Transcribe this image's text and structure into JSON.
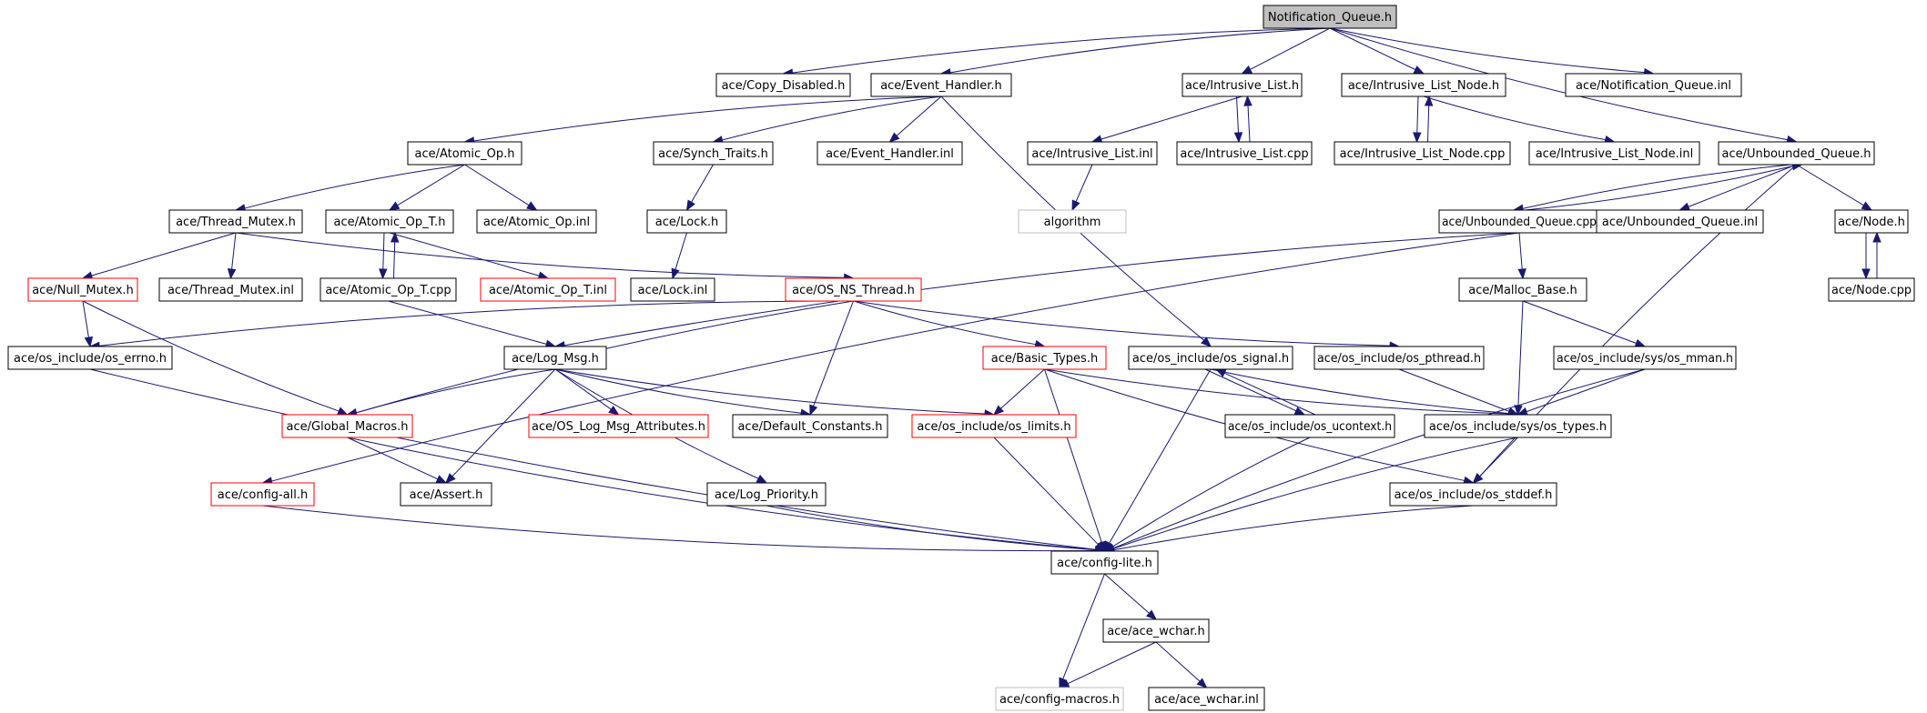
{
  "nodes": [
    {
      "id": "nq_h",
      "label": "Notification_Queue.h",
      "style": "root"
    },
    {
      "id": "copy_dis",
      "label": "ace/Copy_Disabled.h",
      "style": "normal"
    },
    {
      "id": "event_h",
      "label": "ace/Event_Handler.h",
      "style": "normal"
    },
    {
      "id": "intr_list_h",
      "label": "ace/Intrusive_List.h",
      "style": "normal"
    },
    {
      "id": "intr_node_h",
      "label": "ace/Intrusive_List_Node.h",
      "style": "normal"
    },
    {
      "id": "nq_inl",
      "label": "ace/Notification_Queue.inl",
      "style": "normal"
    },
    {
      "id": "atomic_h",
      "label": "ace/Atomic_Op.h",
      "style": "normal"
    },
    {
      "id": "synch_traits",
      "label": "ace/Synch_Traits.h",
      "style": "normal"
    },
    {
      "id": "event_inl",
      "label": "ace/Event_Handler.inl",
      "style": "normal"
    },
    {
      "id": "intr_list_inl",
      "label": "ace/Intrusive_List.inl",
      "style": "normal"
    },
    {
      "id": "intr_list_cpp",
      "label": "ace/Intrusive_List.cpp",
      "style": "normal"
    },
    {
      "id": "intr_node_cpp",
      "label": "ace/Intrusive_List_Node.cpp",
      "style": "normal"
    },
    {
      "id": "intr_node_inl",
      "label": "ace/Intrusive_List_Node.inl",
      "style": "normal"
    },
    {
      "id": "unb_h",
      "label": "ace/Unbounded_Queue.h",
      "style": "normal"
    },
    {
      "id": "thread_mutex_h",
      "label": "ace/Thread_Mutex.h",
      "style": "normal"
    },
    {
      "id": "atomic_t_h",
      "label": "ace/Atomic_Op_T.h",
      "style": "normal"
    },
    {
      "id": "atomic_inl",
      "label": "ace/Atomic_Op.inl",
      "style": "normal"
    },
    {
      "id": "lock_h",
      "label": "ace/Lock.h",
      "style": "normal"
    },
    {
      "id": "algorithm",
      "label": "algorithm",
      "style": "gray"
    },
    {
      "id": "unb_cpp",
      "label": "ace/Unbounded_Queue.cpp",
      "style": "normal"
    },
    {
      "id": "unb_inl",
      "label": "ace/Unbounded_Queue.inl",
      "style": "normal"
    },
    {
      "id": "node_h",
      "label": "ace/Node.h",
      "style": "normal"
    },
    {
      "id": "null_mutex",
      "label": "ace/Null_Mutex.h",
      "style": "red"
    },
    {
      "id": "thread_mutex_inl",
      "label": "ace/Thread_Mutex.inl",
      "style": "normal"
    },
    {
      "id": "atomic_t_cpp",
      "label": "ace/Atomic_Op_T.cpp",
      "style": "normal"
    },
    {
      "id": "atomic_t_inl",
      "label": "ace/Atomic_Op_T.inl",
      "style": "red"
    },
    {
      "id": "lock_inl",
      "label": "ace/Lock.inl",
      "style": "normal"
    },
    {
      "id": "os_ns_thread",
      "label": "ace/OS_NS_Thread.h",
      "style": "red"
    },
    {
      "id": "malloc_base",
      "label": "ace/Malloc_Base.h",
      "style": "normal"
    },
    {
      "id": "node_cpp",
      "label": "ace/Node.cpp",
      "style": "normal"
    },
    {
      "id": "os_errno",
      "label": "ace/os_include/os_errno.h",
      "style": "normal"
    },
    {
      "id": "log_msg",
      "label": "ace/Log_Msg.h",
      "style": "normal"
    },
    {
      "id": "basic_types",
      "label": "ace/Basic_Types.h",
      "style": "red"
    },
    {
      "id": "os_signal",
      "label": "ace/os_include/os_signal.h",
      "style": "normal"
    },
    {
      "id": "os_pthread",
      "label": "ace/os_include/os_pthread.h",
      "style": "normal"
    },
    {
      "id": "os_mman",
      "label": "ace/os_include/sys/os_mman.h",
      "style": "normal"
    },
    {
      "id": "global_macros",
      "label": "ace/Global_Macros.h",
      "style": "red"
    },
    {
      "id": "os_log_attr",
      "label": "ace/OS_Log_Msg_Attributes.h",
      "style": "red"
    },
    {
      "id": "default_const",
      "label": "ace/Default_Constants.h",
      "style": "normal"
    },
    {
      "id": "os_limits",
      "label": "ace/os_include/os_limits.h",
      "style": "red"
    },
    {
      "id": "os_ucontext",
      "label": "ace/os_include/os_ucontext.h",
      "style": "normal"
    },
    {
      "id": "os_types",
      "label": "ace/os_include/sys/os_types.h",
      "style": "normal"
    },
    {
      "id": "config_all",
      "label": "ace/config-all.h",
      "style": "red"
    },
    {
      "id": "assert_h",
      "label": "ace/Assert.h",
      "style": "normal"
    },
    {
      "id": "log_priority",
      "label": "ace/Log_Priority.h",
      "style": "normal"
    },
    {
      "id": "os_stddef",
      "label": "ace/os_include/os_stddef.h",
      "style": "normal"
    },
    {
      "id": "config_lite",
      "label": "ace/config-lite.h",
      "style": "normal"
    },
    {
      "id": "ace_wchar_h",
      "label": "ace/ace_wchar.h",
      "style": "normal"
    },
    {
      "id": "config_macros",
      "label": "ace/config-macros.h",
      "style": "gray"
    },
    {
      "id": "ace_wchar_inl",
      "label": "ace/ace_wchar.inl",
      "style": "normal"
    }
  ],
  "edges": [
    [
      "nq_h",
      "copy_dis"
    ],
    [
      "nq_h",
      "event_h"
    ],
    [
      "nq_h",
      "intr_list_h"
    ],
    [
      "nq_h",
      "intr_node_h"
    ],
    [
      "nq_h",
      "nq_inl"
    ],
    [
      "nq_h",
      "unb_h"
    ],
    [
      "event_h",
      "atomic_h"
    ],
    [
      "event_h",
      "synch_traits"
    ],
    [
      "event_h",
      "event_inl"
    ],
    [
      "event_h",
      "os_signal"
    ],
    [
      "intr_list_h",
      "intr_list_inl"
    ],
    [
      "intr_list_h",
      "intr_list_cpp"
    ],
    [
      "intr_list_cpp",
      "intr_list_h"
    ],
    [
      "intr_node_h",
      "intr_node_cpp"
    ],
    [
      "intr_node_cpp",
      "intr_node_h"
    ],
    [
      "intr_node_h",
      "intr_node_inl"
    ],
    [
      "intr_list_inl",
      "algorithm"
    ],
    [
      "atomic_h",
      "thread_mutex_h"
    ],
    [
      "atomic_h",
      "atomic_t_h"
    ],
    [
      "atomic_h",
      "atomic_inl"
    ],
    [
      "synch_traits",
      "lock_h"
    ],
    [
      "lock_h",
      "lock_inl"
    ],
    [
      "unb_h",
      "unb_cpp"
    ],
    [
      "unb_cpp",
      "unb_h"
    ],
    [
      "unb_h",
      "unb_inl"
    ],
    [
      "unb_h",
      "node_h"
    ],
    [
      "unb_h",
      "os_stddef"
    ],
    [
      "node_h",
      "node_cpp"
    ],
    [
      "node_cpp",
      "node_h"
    ],
    [
      "thread_mutex_h",
      "null_mutex"
    ],
    [
      "thread_mutex_h",
      "thread_mutex_inl"
    ],
    [
      "thread_mutex_h",
      "os_ns_thread"
    ],
    [
      "atomic_t_h",
      "atomic_t_cpp"
    ],
    [
      "atomic_t_cpp",
      "atomic_t_h"
    ],
    [
      "atomic_t_h",
      "atomic_t_inl"
    ],
    [
      "atomic_t_cpp",
      "log_msg"
    ],
    [
      "unb_cpp",
      "config_all"
    ],
    [
      "unb_cpp",
      "log_msg"
    ],
    [
      "unb_cpp",
      "malloc_base"
    ],
    [
      "null_mutex",
      "os_errno"
    ],
    [
      "null_mutex",
      "global_macros"
    ],
    [
      "os_ns_thread",
      "os_errno"
    ],
    [
      "os_ns_thread",
      "global_macros"
    ],
    [
      "os_ns_thread",
      "default_const"
    ],
    [
      "os_ns_thread",
      "basic_types"
    ],
    [
      "os_ns_thread",
      "os_pthread"
    ],
    [
      "malloc_base",
      "os_types"
    ],
    [
      "malloc_base",
      "os_mman"
    ],
    [
      "os_errno",
      "config_lite"
    ],
    [
      "log_msg",
      "global_macros"
    ],
    [
      "log_msg",
      "os_log_attr"
    ],
    [
      "log_msg",
      "default_const"
    ],
    [
      "log_msg",
      "os_limits"
    ],
    [
      "log_msg",
      "assert_h"
    ],
    [
      "log_msg",
      "log_priority"
    ],
    [
      "basic_types",
      "os_limits"
    ],
    [
      "basic_types",
      "os_types"
    ],
    [
      "basic_types",
      "os_stddef"
    ],
    [
      "basic_types",
      "config_lite"
    ],
    [
      "os_signal",
      "os_ucontext"
    ],
    [
      "os_ucontext",
      "os_signal"
    ],
    [
      "os_signal",
      "os_types"
    ],
    [
      "os_signal",
      "config_lite"
    ],
    [
      "os_pthread",
      "os_types"
    ],
    [
      "os_mman",
      "os_types"
    ],
    [
      "os_mman",
      "config_lite"
    ],
    [
      "global_macros",
      "assert_h"
    ],
    [
      "global_macros",
      "config_lite"
    ],
    [
      "os_limits",
      "config_lite"
    ],
    [
      "os_ucontext",
      "config_lite"
    ],
    [
      "os_types",
      "os_stddef"
    ],
    [
      "os_types",
      "config_lite"
    ],
    [
      "config_all",
      "config_lite"
    ],
    [
      "log_priority",
      "config_lite"
    ],
    [
      "os_stddef",
      "config_lite"
    ],
    [
      "config_lite",
      "ace_wchar_h"
    ],
    [
      "config_lite",
      "config_macros"
    ],
    [
      "ace_wchar_h",
      "config_macros"
    ],
    [
      "ace_wchar_h",
      "ace_wchar_inl"
    ]
  ]
}
